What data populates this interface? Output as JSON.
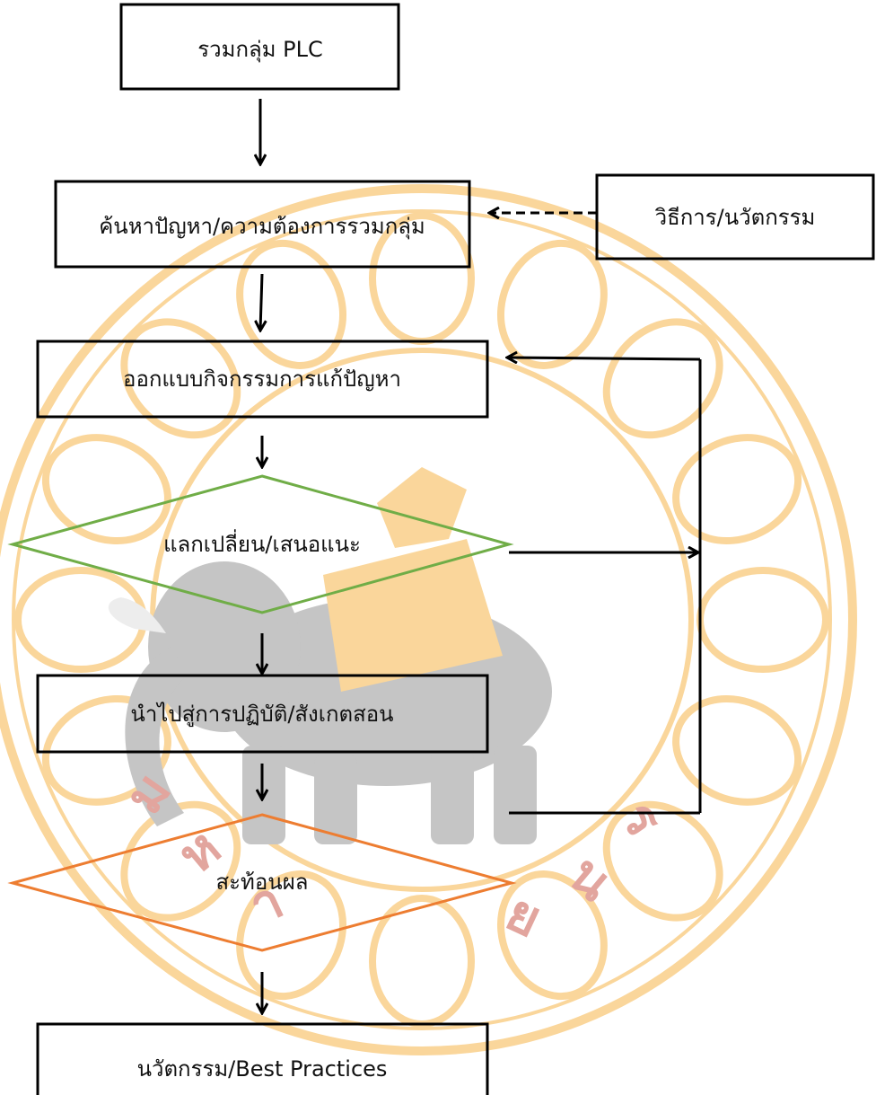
{
  "nodes": {
    "gather": "รวมกลุ่ม  PLC",
    "find_problem": "ค้นหาปัญหา/ความต้องการรวมกลุ่ม",
    "methods": "วิธีการ/นวัตกรรม",
    "design": "ออกแบบกิจกรรมการแก้ปัญหา",
    "exchange": "แลกเปลี่ยน/เสนอแนะ",
    "implement": "นำไปสู่การปฏิบัติ/สังเกตสอน",
    "reflect": "สะท้อนผล",
    "innovation": "นวัตกรรม/Best  Practices"
  },
  "colors": {
    "box_stroke": "#000000",
    "exchange_diamond": "#70ad47",
    "reflect_diamond": "#ed7d31",
    "watermark_primary": "#f5a623",
    "watermark_secondary": "#c0392b",
    "watermark_elephant": "#7f7f7f"
  },
  "watermark": {
    "icon": "university-seal-elephant-icon"
  }
}
